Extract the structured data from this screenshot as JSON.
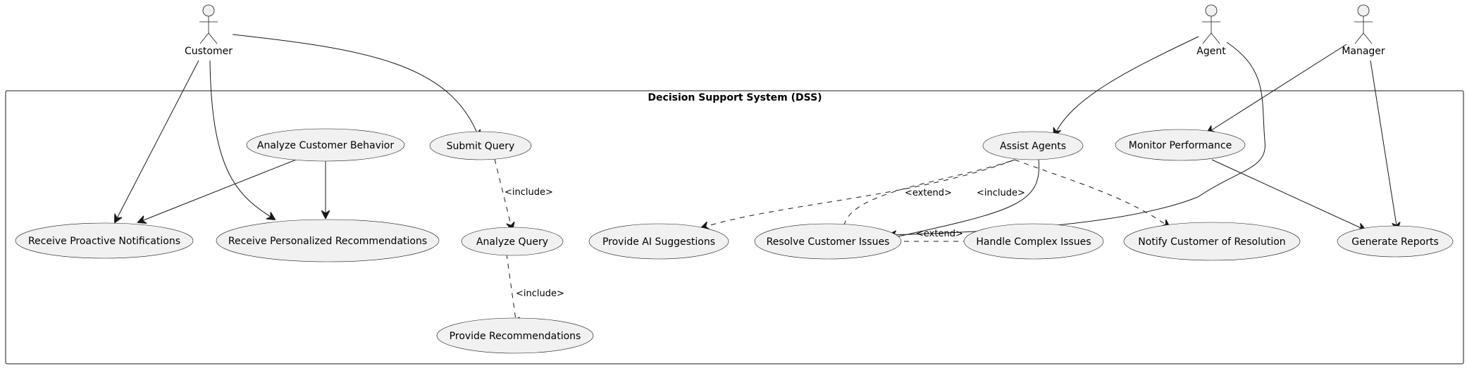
{
  "system": {
    "title": "Decision Support System (DSS)"
  },
  "actors": {
    "customer": "Customer",
    "agent": "Agent",
    "manager": "Manager"
  },
  "use_cases": {
    "analyze_customer_behavior": "Analyze Customer Behavior",
    "submit_query": "Submit Query",
    "assist_agents": "Assist Agents",
    "monitor_performance": "Monitor Performance",
    "receive_proactive_notifications": "Receive Proactive Notifications",
    "receive_personalized_recommendations": "Receive Personalized Recommendations",
    "analyze_query": "Analyze Query",
    "provide_ai_suggestions": "Provide AI Suggestions",
    "resolve_customer_issues": "Resolve Customer Issues",
    "handle_complex_issues": "Handle Complex Issues",
    "notify_customer_of_resolution": "Notify Customer of Resolution",
    "generate_reports": "Generate Reports",
    "provide_recommendations": "Provide Recommendations"
  },
  "relations": {
    "include_submit_analyze": "<include>",
    "include_analyze_provide": "<include>",
    "extend_resolve_suggestions": "<extend>",
    "include_assist_notify": "<include>",
    "extend_resolve_handle": "<extend>"
  },
  "colors": {
    "use_case_fill": "#f1f1f1",
    "stroke": "#181818",
    "background": "#ffffff"
  }
}
